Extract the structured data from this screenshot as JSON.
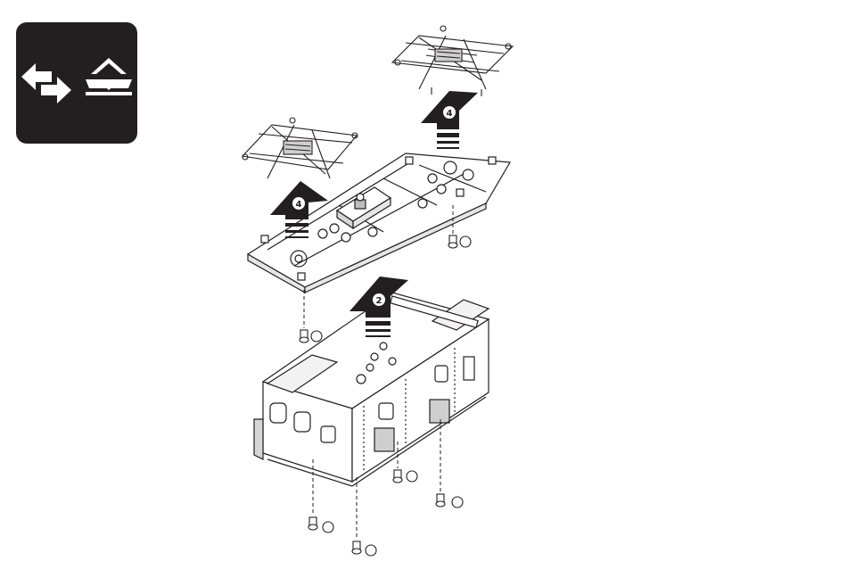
{
  "icon_panel": {
    "swap_icon": "swap-arrows-icon",
    "lift_icon": "lift-off-icon",
    "background": "#231f20",
    "foreground": "#ffffff"
  },
  "steps": [
    {
      "label": "4"
    },
    {
      "label": "4"
    },
    {
      "label": "2"
    }
  ],
  "colors": {
    "line": "#231f20",
    "fill": "#ffffff",
    "hatch": "#8a8a8a"
  }
}
